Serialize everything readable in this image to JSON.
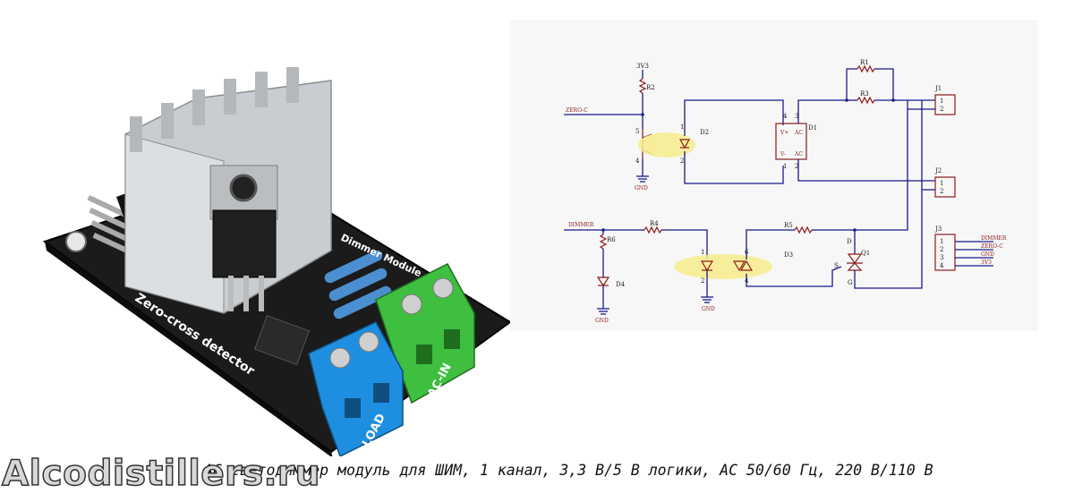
{
  "photo": {
    "pcb_silk_zero_cross": "Zero-cross detector",
    "pcb_silk_module": "Dimmer Module",
    "terminal_load": "LOAD",
    "terminal_ac_in": "AC-IN",
    "colors": {
      "pcb": "#1b1b1b",
      "heatsink": "#c9ccd0",
      "terminal_blue": "#1e8fe0",
      "terminal_green": "#3fbf3f"
    }
  },
  "schematic": {
    "labels": {
      "v33_top": "3V3",
      "r2": "R2",
      "zero_c_in": "ZERO-C",
      "gnd_top": "GND",
      "d2": "D2",
      "r1": "R1",
      "r3": "R3",
      "d1": "D1",
      "j1": "J1",
      "j2": "J2",
      "dimmer_in": "DIMMER",
      "r4": "R4",
      "r6": "R6",
      "d4": "D4",
      "gnd_left": "GND",
      "d3": "D3",
      "gnd_mid": "GND",
      "r5": "R5",
      "q1": "Q1",
      "j3": "J3"
    },
    "pins": {
      "j1_1": "1",
      "j1_2": "2",
      "j2_1": "1",
      "j2_2": "2",
      "d2_5": "5",
      "d2_4": "4",
      "d2_1": "1",
      "d2_2": "2",
      "d1_1": "1",
      "d1_2": "2",
      "d1_3": "3",
      "d1_4": "4",
      "d1_vp": "V+",
      "d1_vm": "V-",
      "d1_ac1": "AC",
      "d1_ac2": "AC",
      "d3_1": "1",
      "d3_2": "2",
      "d3_6": "6",
      "d3_4": "4",
      "q1_d": "D",
      "q1_s": "S",
      "q1_g": "G",
      "j3_1": "1",
      "j3_2": "2",
      "j3_3": "3",
      "j3_4": "4"
    },
    "j3_nets": [
      "DIMMER",
      "ZERO-C",
      "GND",
      "3V3"
    ]
  },
  "caption": "AC светодиммер модуль для ШИМ, 1 канал, 3,3 В/5 В логики, AC 50/60 Гц, 220 В/110 В",
  "watermark": "Alcodistillers.ru"
}
